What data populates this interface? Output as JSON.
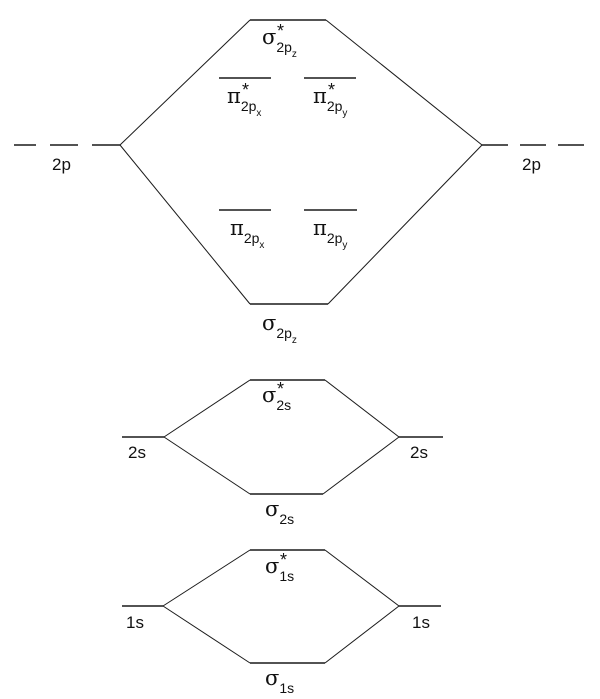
{
  "atomic_orbitals": {
    "left": [
      {
        "id": "2p",
        "label": "2p"
      },
      {
        "id": "2s",
        "label": "2s"
      },
      {
        "id": "1s",
        "label": "1s"
      }
    ],
    "right": [
      {
        "id": "2p",
        "label": "2p"
      },
      {
        "id": "2s",
        "label": "2s"
      },
      {
        "id": "1s",
        "label": "1s"
      }
    ]
  },
  "molecular_orbitals": [
    {
      "id": "sigma-star-2pz",
      "symbol": "σ",
      "sub": "2p",
      "subsub": "z",
      "star": "*"
    },
    {
      "id": "pi-star-2px",
      "symbol": "π",
      "sub": "2p",
      "subsub": "x",
      "star": "*"
    },
    {
      "id": "pi-star-2py",
      "symbol": "π",
      "sub": "2p",
      "subsub": "y",
      "star": "*"
    },
    {
      "id": "pi-2px",
      "symbol": "π",
      "sub": "2p",
      "subsub": "x",
      "star": ""
    },
    {
      "id": "pi-2py",
      "symbol": "π",
      "sub": "2p",
      "subsub": "y",
      "star": ""
    },
    {
      "id": "sigma-2pz",
      "symbol": "σ",
      "sub": "2p",
      "subsub": "z",
      "star": ""
    },
    {
      "id": "sigma-star-2s",
      "symbol": "σ",
      "sub": "2s",
      "subsub": "",
      "star": "*"
    },
    {
      "id": "sigma-2s",
      "symbol": "σ",
      "sub": "2s",
      "subsub": "",
      "star": ""
    },
    {
      "id": "sigma-star-1s",
      "symbol": "σ",
      "sub": "1s",
      "subsub": "",
      "star": "*"
    },
    {
      "id": "sigma-1s",
      "symbol": "σ",
      "sub": "1s",
      "subsub": "",
      "star": ""
    }
  ]
}
